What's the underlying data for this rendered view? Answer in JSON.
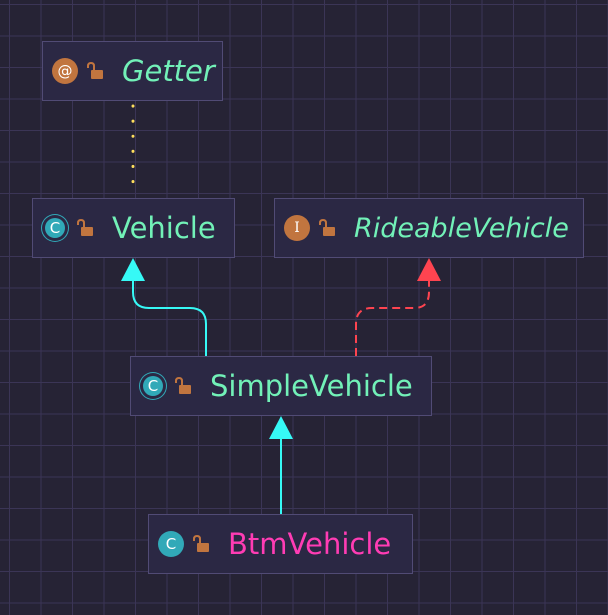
{
  "nodes": {
    "getter": {
      "label": "Getter",
      "kind": "annotation",
      "badge": "@",
      "icon": "annotation-icon"
    },
    "vehicle": {
      "label": "Vehicle",
      "kind": "abstract-class",
      "badge": "C",
      "icon": "abstract-class-icon"
    },
    "rideable": {
      "label": "RideableVehicle",
      "kind": "interface",
      "badge": "I",
      "icon": "interface-icon"
    },
    "simple": {
      "label": "SimpleVehicle",
      "kind": "abstract-class",
      "badge": "C",
      "icon": "abstract-class-icon"
    },
    "btm": {
      "label": "BtmVehicle",
      "kind": "class",
      "badge": "C",
      "icon": "class-icon"
    }
  },
  "edges": [
    {
      "from": "vehicle",
      "to": "getter",
      "type": "annotation",
      "style": "dotted",
      "color": "#fede5d"
    },
    {
      "from": "simple",
      "to": "vehicle",
      "type": "extends",
      "style": "solid",
      "color": "#36f9f6"
    },
    {
      "from": "simple",
      "to": "rideable",
      "type": "implements",
      "style": "dashed",
      "color": "#fe4450"
    },
    {
      "from": "btm",
      "to": "simple",
      "type": "extends",
      "style": "solid",
      "color": "#36f9f6"
    }
  ],
  "colors": {
    "background": "#262335",
    "grid": "#3b3556",
    "node_fill": "#2b2844",
    "node_border": "#514b75",
    "label_default": "#72f1b8",
    "label_leaf": "#ff3cb4",
    "badge_orange": "#c1753f",
    "badge_teal": "#31a9b8",
    "lock": "#c1753f"
  }
}
